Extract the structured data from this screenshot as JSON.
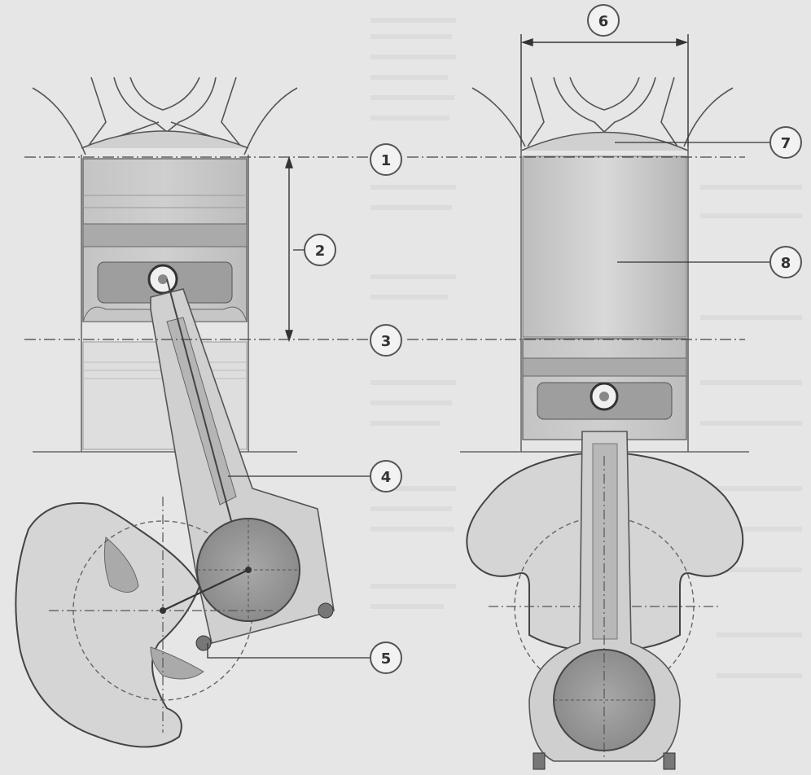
{
  "diagram": {
    "background": "#e6e6e6",
    "line_color": "#555555",
    "metal_fill": "#d2d2d2",
    "dark_fill": "#9a9a9a",
    "callouts": [
      {
        "id": "c1",
        "label": "1"
      },
      {
        "id": "c2",
        "label": "2"
      },
      {
        "id": "c3",
        "label": "3"
      },
      {
        "id": "c4",
        "label": "4"
      },
      {
        "id": "c5",
        "label": "5"
      },
      {
        "id": "c6",
        "label": "6"
      },
      {
        "id": "c7",
        "label": "7"
      },
      {
        "id": "c8",
        "label": "8"
      }
    ]
  }
}
